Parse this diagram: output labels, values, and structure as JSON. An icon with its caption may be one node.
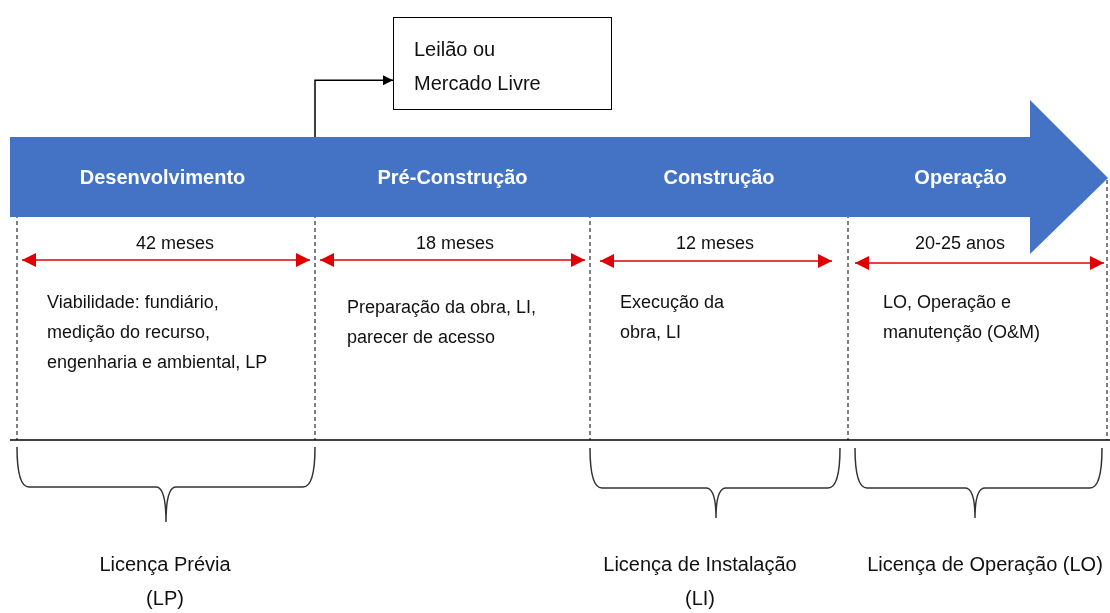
{
  "diagram": {
    "nodes": [
      {
        "text": [
          "Desenvolvimento"
        ]
      },
      {
        "text": [
          "Pré-Construção"
        ]
      },
      {
        "text": [
          "Construção"
        ]
      },
      {
        "text": [
          "Operação"
        ]
      },
      {
        "text": [
          "Leilão ou Mercado Livre"
        ]
      }
    ],
    "edges": [
      {
        "from": 1,
        "to": 4,
        "arrow": "to"
      }
    ],
    "labels": [
      "42 meses",
      "Viabilidade: fundiário, medição do recurso, engenharia e ambiental, LP",
      "18 meses",
      "Preparação da obra, LI, parecer de acesso",
      "12 meses",
      "Execução da obra, LI",
      "20-25 anos",
      "LO, Operação e manutenção (O&M)",
      "Licença Prévia (LP)",
      "Licença de Instalação (LI)",
      "Licença de Operação (LO)"
    ]
  }
}
